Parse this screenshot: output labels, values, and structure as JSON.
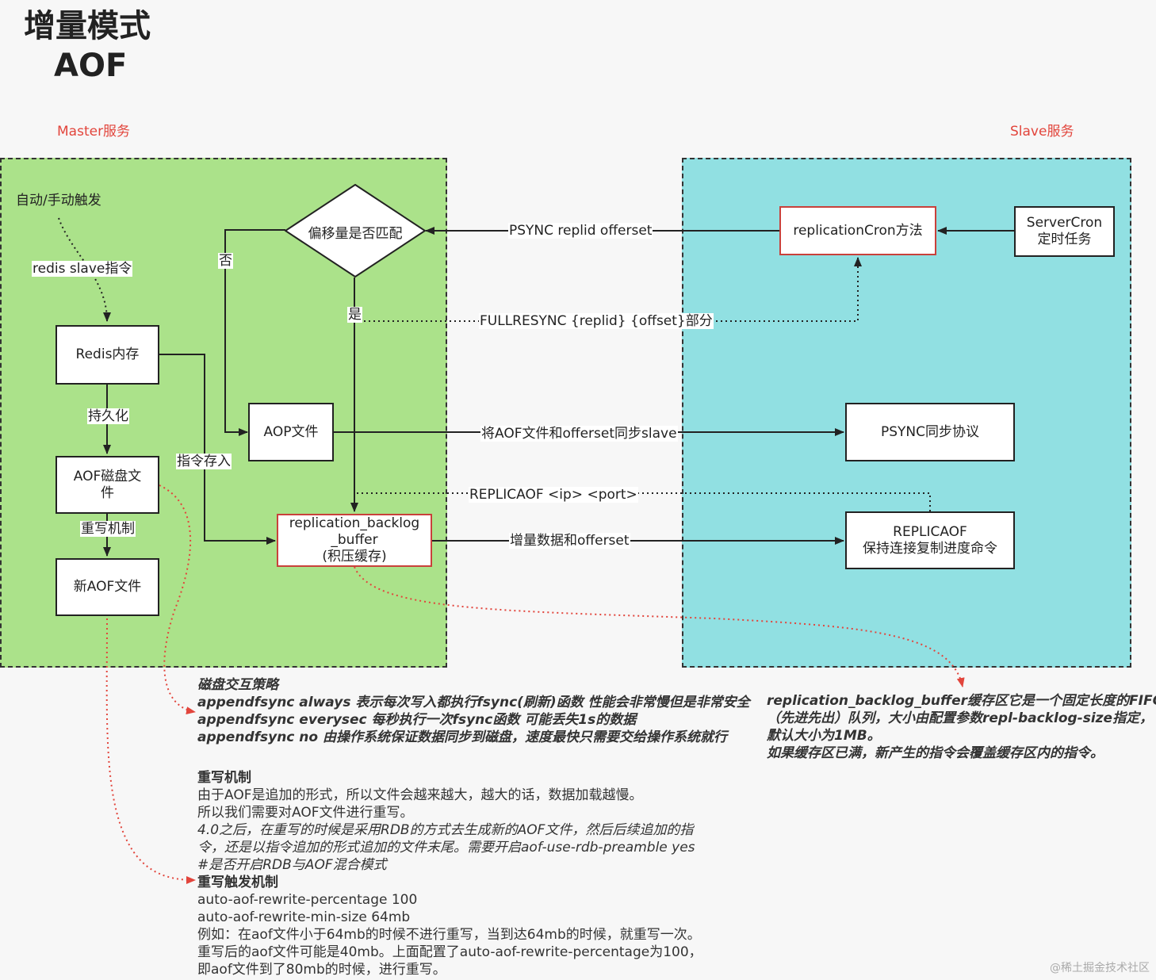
{
  "title": {
    "line1": "增量模式",
    "line2": "AOF"
  },
  "master": {
    "label": "Master服务"
  },
  "slave": {
    "label": "Slave服务"
  },
  "nodes": {
    "trigger": "自动/手动触发",
    "redis_mem": "Redis内存",
    "aof_disk": "AOF磁盘文件",
    "new_aof": "新AOF文件",
    "aop_file": "AOP文件",
    "backlog": [
      "replication_backlog",
      "_buffer",
      "(积压缓存)"
    ],
    "offset_match": "偏移量是否匹配",
    "repl_cron": "replicationCron方法",
    "server_cron": [
      "ServerCron",
      "定时任务"
    ],
    "psync_proto": "PSYNC同步协议",
    "replicaof": [
      "REPLICAOF",
      "保持连接复制进度命令"
    ]
  },
  "edge_labels": {
    "slave_cmd": "redis slave指令",
    "persist": "持久化",
    "rewrite": "重写机制",
    "cmd_store": "指令存入",
    "no": "否",
    "yes": "是",
    "psync": "PSYNC replid offerset",
    "fullresync": "FULLRESYNC {replid} {offset}部分",
    "sync_aof": "将AOF文件和offerset同步slave",
    "replicaof_cmd": "REPLICAOF <ip> <port>",
    "incr": "增量数据和offerset"
  },
  "disk_notes": {
    "heading": "磁盘交互策略",
    "lines": [
      "appendfsync always 表示每次写入都执行fsync(刷新)函数 性能会非常慢但是非常安全",
      "appendfsync everysec 每秒执行一次fsync函数 可能丢失1s的数据",
      "appendfsync no 由操作系统保证数据同步到磁盘，速度最快只需要交给操作系统就行"
    ]
  },
  "rewrite_notes": {
    "heading": "重写机制",
    "lines": [
      "由于AOF是追加的形式，所以文件会越来越大，越大的话，数据加载越慢。",
      "所以我们需要对AOF文件进行重写。"
    ],
    "italic_lines": [
      "4.0之后，在重写的时候是采用RDB的方式去生成新的AOF文件，然后后续追加的指",
      "令，还是以指令追加的形式追加的文件末尾。需要开启aof-use-rdb-preamble yes",
      "#是否开启RDB与AOF混合模式"
    ]
  },
  "trigger_notes": {
    "heading": "重写触发机制",
    "lines": [
      "auto-aof-rewrite-percentage 100",
      "auto-aof-rewrite-min-size 64mb",
      "例如：在aof文件小于64mb的时候不进行重写，当到达64mb的时候，就重写一次。",
      "重写后的aof文件可能是40mb。上面配置了auto-aof-rewrite-percentage为100，",
      "即aof文件到了80mb的时候，进行重写。"
    ]
  },
  "backlog_note": {
    "lines": [
      "replication_backlog_buffer缓存区它是一个固定长度的FIFO",
      "（先进先出）队列，大小由配置参数repl-backlog-size指定，",
      "默认大小为1MB。",
      "如果缓存区已满，新产生的指令会覆盖缓存区内的指令。"
    ]
  },
  "watermark": "@稀土掘金技术社区",
  "colors": {
    "master_bg": "#abe28a",
    "slave_bg": "#91e0e2",
    "accent": "#e2453c"
  }
}
